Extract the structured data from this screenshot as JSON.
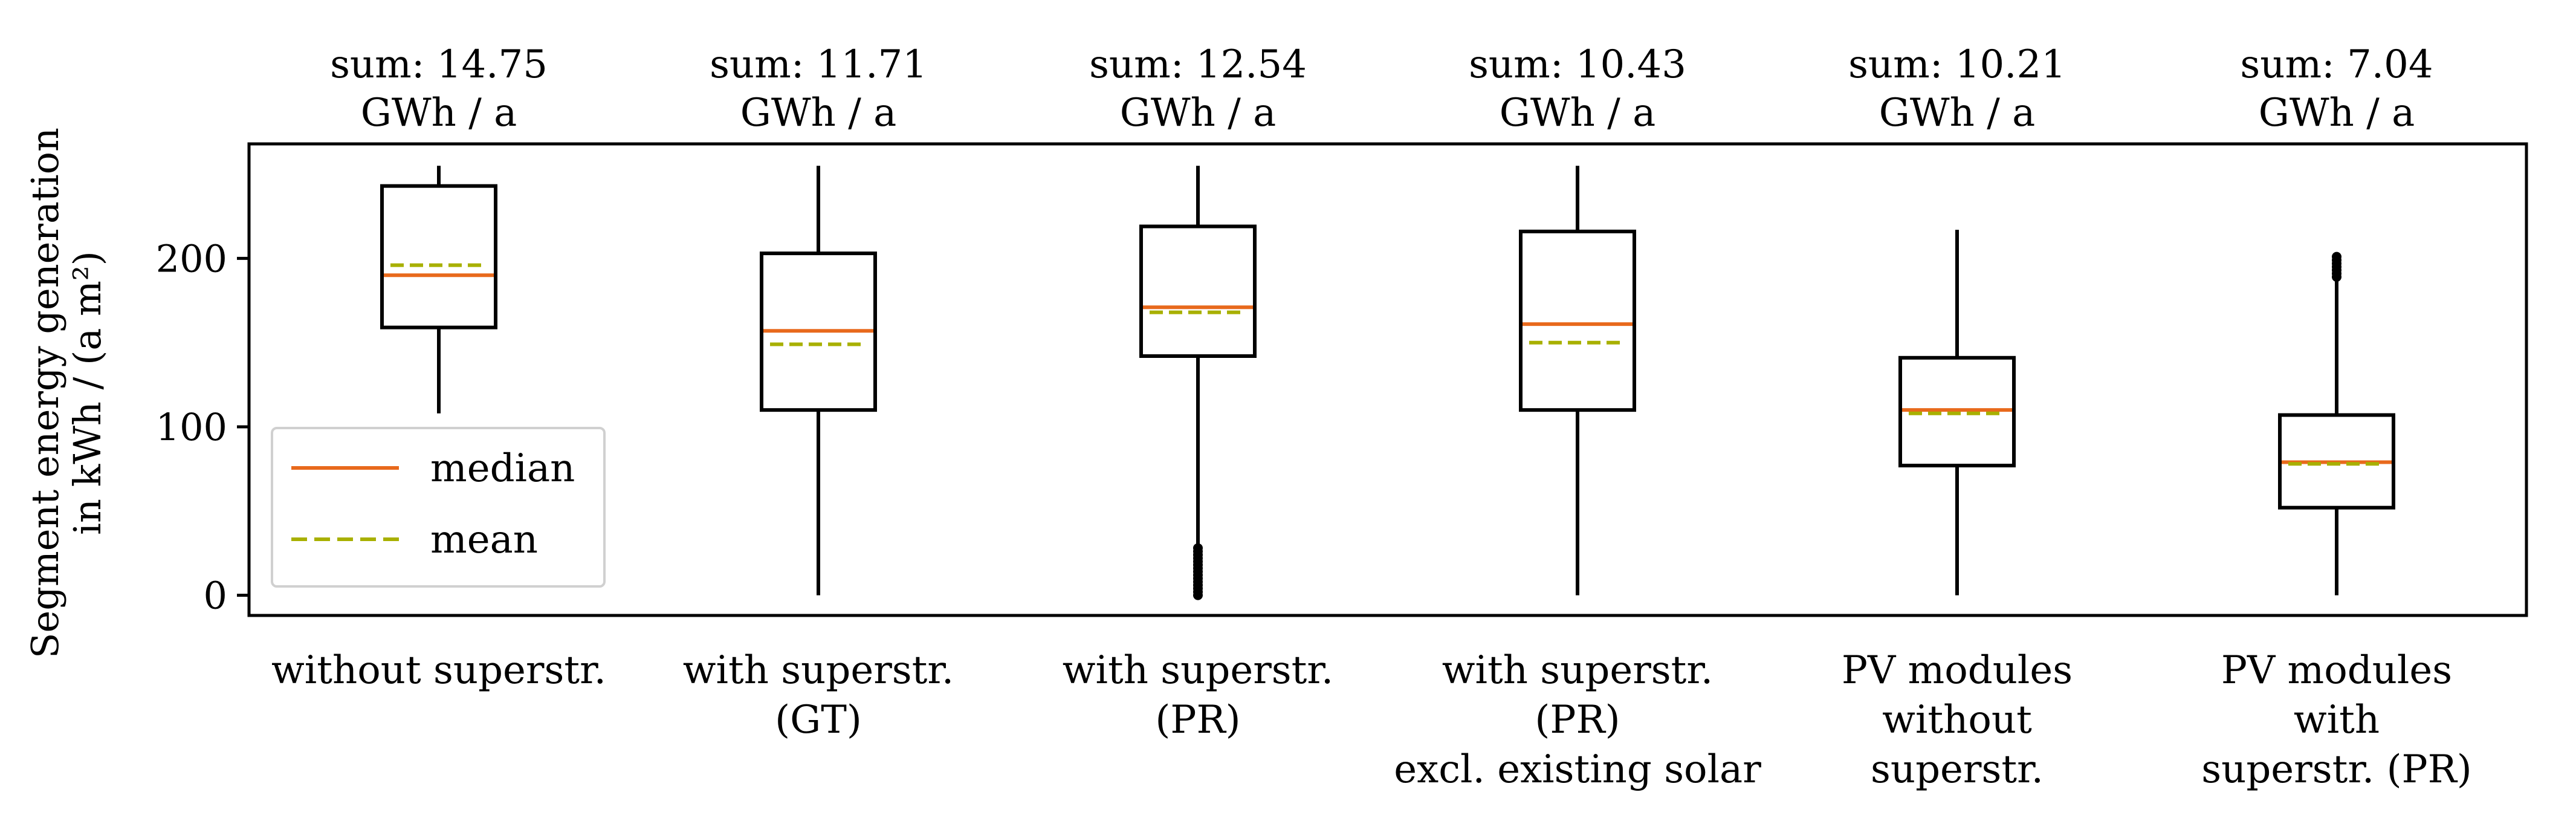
{
  "chart_data": {
    "type": "box",
    "ylabel_line1": "Segment energy generation",
    "ylabel_line2": "in kWh / (a m²)",
    "ylim": [
      -12,
      268
    ],
    "yticks": [
      0,
      100,
      200
    ],
    "grid": false,
    "legend": {
      "placement": "lower-left",
      "items": [
        {
          "label": "median",
          "style": "solid",
          "color": "#e8691c"
        },
        {
          "label": "mean",
          "style": "dashed",
          "color": "#a8b000"
        }
      ]
    },
    "colors": {
      "median": "#e8691c",
      "mean": "#a8b000",
      "box": "#000000"
    },
    "boxes": [
      {
        "label_lines": [
          "without superstr."
        ],
        "sum_lines": [
          "sum: 14.75",
          "GWh / a"
        ],
        "whisker_low": 108,
        "q1": 159,
        "median": 190,
        "mean": 196,
        "q3": 243,
        "whisker_high": 255,
        "outliers": []
      },
      {
        "label_lines": [
          "with superstr.",
          "(GT)"
        ],
        "sum_lines": [
          "sum: 11.71",
          "GWh / a"
        ],
        "whisker_low": 0,
        "q1": 110,
        "median": 157,
        "mean": 149,
        "q3": 203,
        "whisker_high": 255,
        "outliers": []
      },
      {
        "label_lines": [
          "with superstr.",
          "(PR)"
        ],
        "sum_lines": [
          "sum: 12.54",
          "GWh / a"
        ],
        "whisker_low": 30,
        "q1": 142,
        "median": 171,
        "mean": 168,
        "q3": 219,
        "whisker_high": 255,
        "outliers": [
          0,
          2,
          4,
          6,
          8,
          10,
          12,
          14,
          16,
          18,
          20,
          22,
          24,
          26,
          28
        ]
      },
      {
        "label_lines": [
          "with superstr.",
          "(PR)",
          "excl. existing solar"
        ],
        "sum_lines": [
          "sum: 10.43",
          "GWh / a"
        ],
        "whisker_low": 0,
        "q1": 110,
        "median": 161,
        "mean": 150,
        "q3": 216,
        "whisker_high": 255,
        "outliers": []
      },
      {
        "label_lines": [
          "PV modules",
          "without",
          "superstr."
        ],
        "sum_lines": [
          "sum: 10.21",
          "GWh / a"
        ],
        "whisker_low": 0,
        "q1": 77,
        "median": 110,
        "mean": 108,
        "q3": 141,
        "whisker_high": 217,
        "outliers": []
      },
      {
        "label_lines": [
          "PV modules",
          "with",
          "superstr. (PR)"
        ],
        "sum_lines": [
          "sum: 7.04",
          "GWh / a"
        ],
        "whisker_low": 0,
        "q1": 52,
        "median": 79,
        "mean": 78,
        "q3": 107,
        "whisker_high": 188,
        "outliers": [
          189,
          191,
          193,
          195,
          197,
          199,
          201
        ]
      }
    ]
  }
}
